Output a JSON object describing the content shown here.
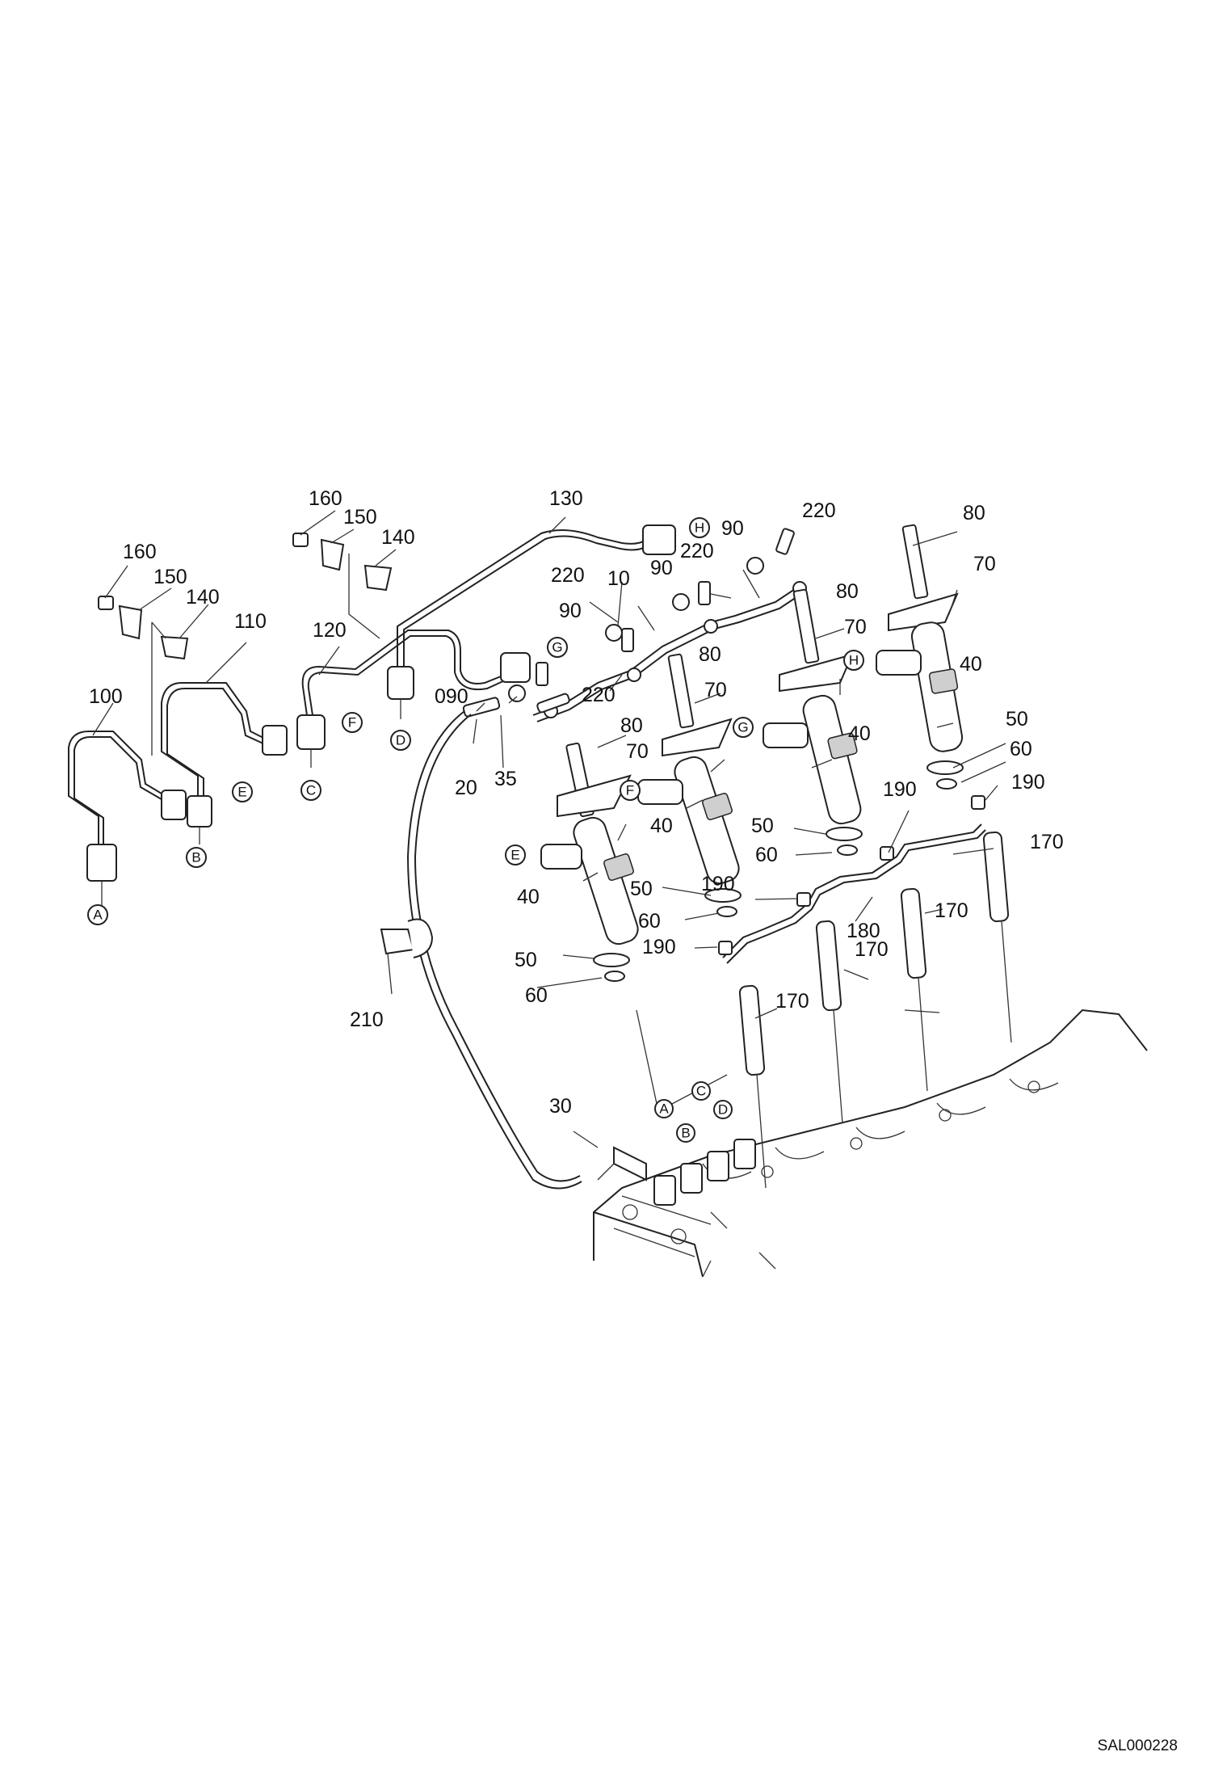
{
  "callouts": {
    "c10": "10",
    "c20": "20",
    "c30": "30",
    "c35": "35",
    "c40a": "40",
    "c40b": "40",
    "c40c": "40",
    "c40d": "40",
    "c50a": "50",
    "c50b": "50",
    "c50c": "50",
    "c50d": "50",
    "c60a": "60",
    "c60b": "60",
    "c60c": "60",
    "c60d": "60",
    "c70a": "70",
    "c70b": "70",
    "c70c": "70",
    "c70d": "70",
    "c80a": "80",
    "c80b": "80",
    "c80c": "80",
    "c80d": "80",
    "c90a": "90",
    "c90b": "90",
    "c90c": "90",
    "c090": "090",
    "c100": "100",
    "c110": "110",
    "c120": "120",
    "c130": "130",
    "c140a": "140",
    "c140b": "140",
    "c150a": "150",
    "c150b": "150",
    "c160a": "160",
    "c160b": "160",
    "c170a": "170",
    "c170b": "170",
    "c170c": "170",
    "c170d": "170",
    "c180": "180",
    "c190a": "190",
    "c190b": "190",
    "c190c": "190",
    "c190d": "190",
    "c210": "210",
    "c220a": "220",
    "c220b": "220",
    "c220c": "220",
    "c220d": "220"
  },
  "connectors": {
    "A": "A",
    "B": "B",
    "C": "C",
    "D": "D",
    "E": "E",
    "F": "F",
    "G": "G",
    "H": "H"
  },
  "doc_code": "SAL000228"
}
